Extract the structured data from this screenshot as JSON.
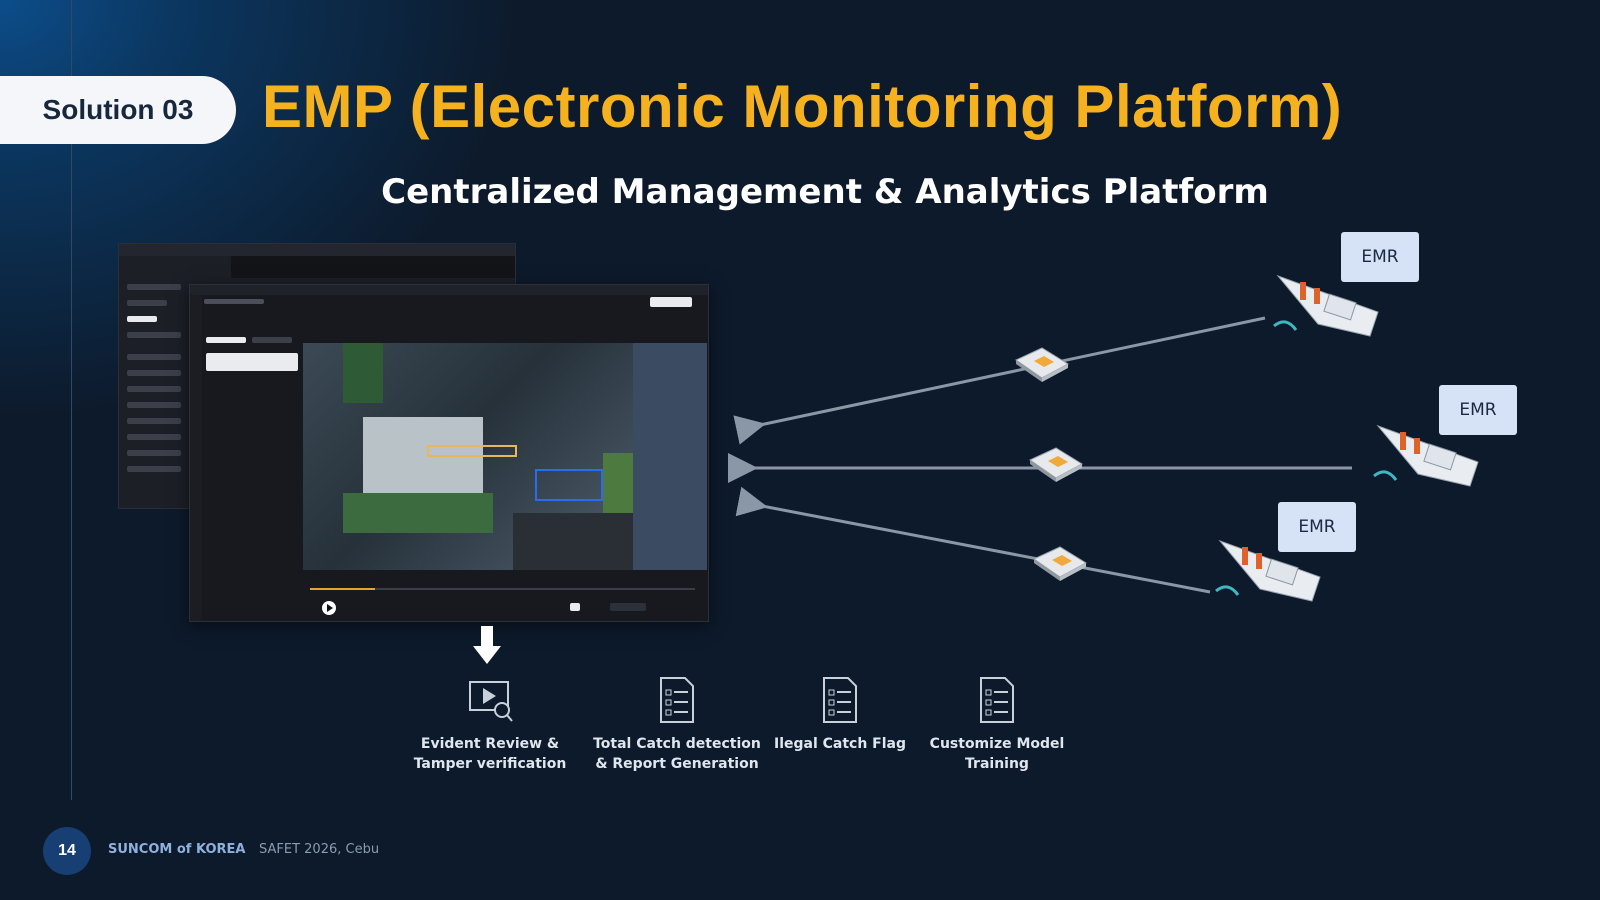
{
  "slide": {
    "solution_label": "Solution 03",
    "title": "EMP (Electronic Monitoring Platform)",
    "subtitle": "Centralized Management & Analytics Platform",
    "page_number": "14"
  },
  "emr_labels": [
    "EMR",
    "EMR",
    "EMR"
  ],
  "features": [
    {
      "label": "Evident Review &\nTamper verification",
      "icon": "video-search-icon"
    },
    {
      "label": "Total Catch detection\n& Report Generation",
      "icon": "report-document-icon"
    },
    {
      "label": "Ilegal Catch Flag",
      "icon": "checklist-document-icon"
    },
    {
      "label": "Customize Model\nTraining",
      "icon": "checklist-document-icon"
    }
  ],
  "footer": {
    "company": "SUNCOM of KOREA",
    "separator": "·",
    "event": "SAFET 2026, Cebu"
  },
  "colors": {
    "background": "#0d1a2b",
    "title_accent": "#f5b21e",
    "emr_box": "#d6e2f5",
    "arrow": "#8a97a6"
  }
}
